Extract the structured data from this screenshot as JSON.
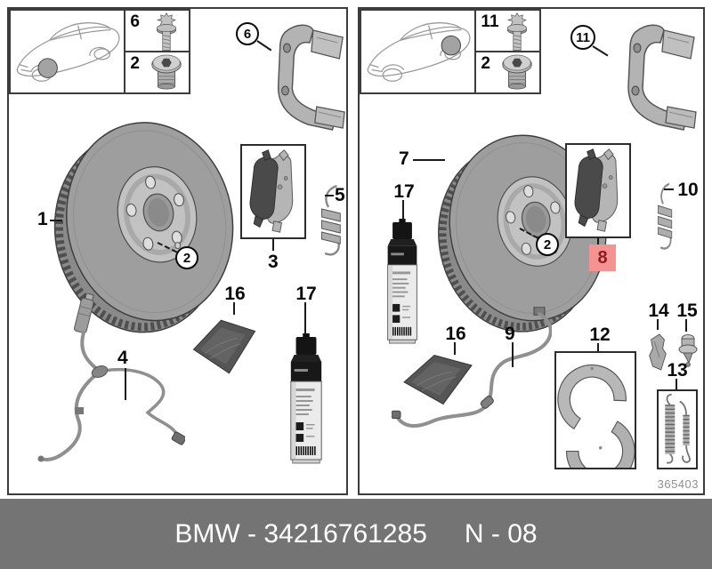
{
  "left_panel": {
    "inset": {
      "fasteners": [
        {
          "label": "6"
        },
        {
          "label": "2"
        }
      ]
    },
    "callouts": {
      "carrier": "6",
      "disc": "1",
      "set_screw": "2",
      "pads": "3",
      "clip": "5",
      "sensor": "4",
      "paste": "16",
      "cleaner": "17"
    }
  },
  "right_panel": {
    "inset": {
      "fasteners": [
        {
          "label": "11"
        },
        {
          "label": "2"
        }
      ]
    },
    "callouts": {
      "carrier": "11",
      "disc": "7",
      "set_screw": "2",
      "cleaner": "17",
      "clip": "10",
      "paste": "16",
      "sensor": "9",
      "shoes": "12",
      "expander": "14",
      "adjuster": "15",
      "springs": "13"
    },
    "highlight": {
      "label": "8",
      "bg_color": "#f59292",
      "text_color": "#8e1c1c"
    },
    "diagram_code": "365403"
  },
  "footer": {
    "catalog_text": "BMW - 34216761285",
    "page_ref": "N - 08",
    "bar_color": "#747474"
  }
}
